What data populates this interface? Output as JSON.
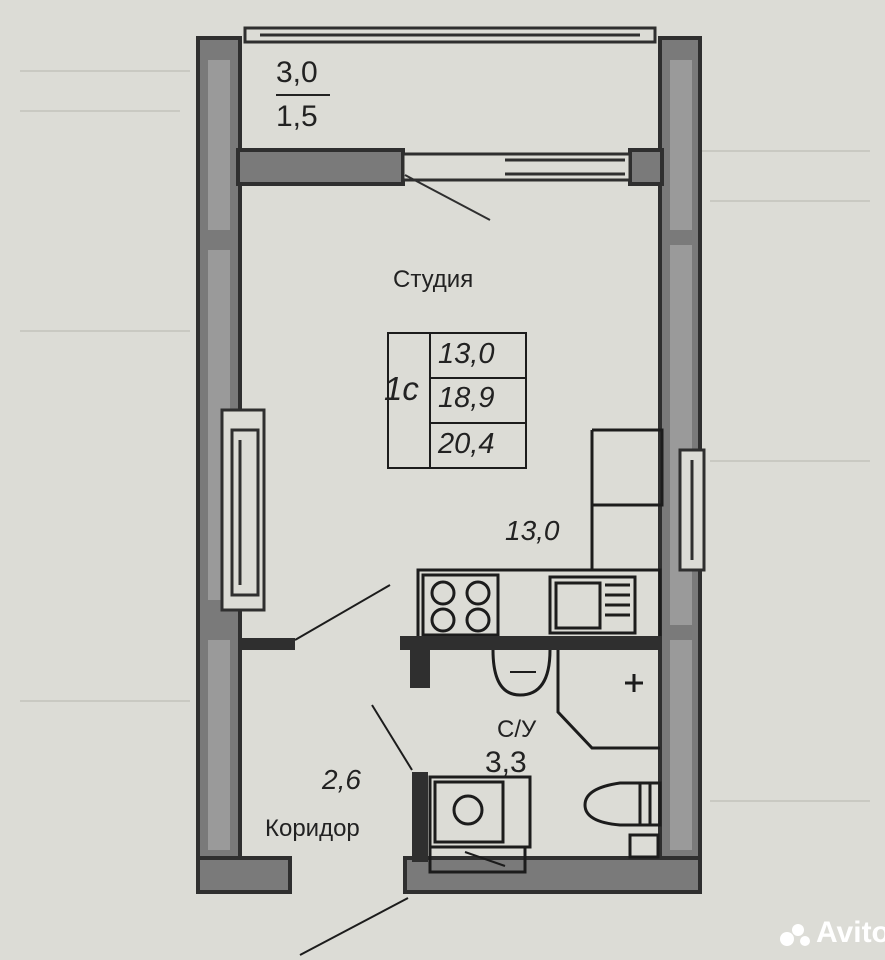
{
  "balcony": {
    "numerator": "3,0",
    "denominator": "1,5"
  },
  "rooms": {
    "studio": {
      "name": "Студия",
      "area": "13,0"
    },
    "bathroom": {
      "name": "С/У",
      "area": "3,3"
    },
    "corridor": {
      "name": "Коридор",
      "area": "2,6"
    }
  },
  "summary_table": {
    "type_label": "1с",
    "living": "13,0",
    "total": "18,9",
    "total_with_balcony": "20,4"
  },
  "watermark": "Avito",
  "colors": {
    "wall": "#2f2f2f",
    "wall_fill": "#7a7a7a",
    "paper": "#dcdcd6",
    "line": "#1c1c1c"
  }
}
